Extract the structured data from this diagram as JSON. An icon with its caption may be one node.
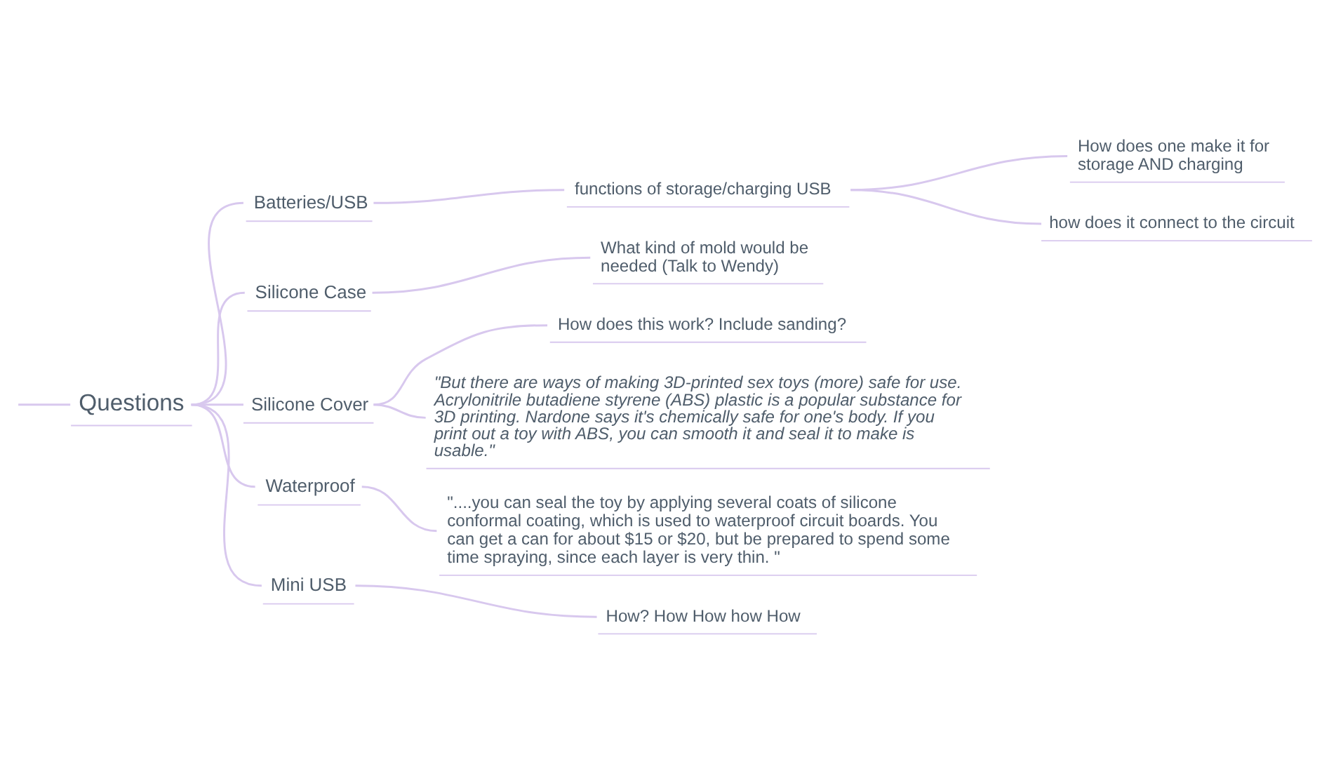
{
  "diagram": {
    "nodes": [
      {
        "text": [
          "Questions"
        ]
      },
      {
        "text": [
          "Batteries/USB"
        ]
      },
      {
        "text": [
          "functions of storage/charging USB"
        ]
      },
      {
        "text": [
          "How does one make it for storage AND charging"
        ]
      },
      {
        "text": [
          "how does it connect to the circuit"
        ]
      },
      {
        "text": [
          "Silicone Case"
        ]
      },
      {
        "text": [
          "What kind of mold would be needed (Talk to Wendy)"
        ]
      },
      {
        "text": [
          "Silicone Cover"
        ]
      },
      {
        "text": [
          "How does this work? Include sanding?"
        ]
      },
      {
        "text": [
          "\"But there are ways of making 3D-printed sex toys (more) safe for use. Acrylonitrile butadiene styrene (ABS) plastic is a popular substance for 3D printing. Nardone says it's chemically safe for one's body. If you print out a toy with ABS, you can smooth it and seal it to make is usable.\""
        ]
      },
      {
        "text": [
          "Waterproof"
        ]
      },
      {
        "text": [
          "\"....you can seal the toy by applying several coats of silicone conformal coating, which is used to waterproof circuit boards. You can get a can for about $15 or $20, but be prepared to spend some time spraying, since each layer is very thin. \""
        ]
      },
      {
        "text": [
          "Mini USB"
        ]
      },
      {
        "text": [
          "How? How How how How"
        ]
      }
    ],
    "edges": [
      {
        "from": null,
        "to": 0,
        "arrow": "none"
      },
      {
        "from": 0,
        "to": 1,
        "arrow": "none"
      },
      {
        "from": 1,
        "to": 2,
        "arrow": "none"
      },
      {
        "from": 2,
        "to": 3,
        "arrow": "none"
      },
      {
        "from": 2,
        "to": 4,
        "arrow": "none"
      },
      {
        "from": 0,
        "to": 5,
        "arrow": "none"
      },
      {
        "from": 5,
        "to": 6,
        "arrow": "none"
      },
      {
        "from": 0,
        "to": 7,
        "arrow": "none"
      },
      {
        "from": 7,
        "to": 8,
        "arrow": "none"
      },
      {
        "from": 7,
        "to": 9,
        "arrow": "none"
      },
      {
        "from": 0,
        "to": 10,
        "arrow": "none"
      },
      {
        "from": 10,
        "to": 11,
        "arrow": "none"
      },
      {
        "from": 0,
        "to": 12,
        "arrow": "none"
      },
      {
        "from": 12,
        "to": 13,
        "arrow": "none"
      }
    ]
  }
}
